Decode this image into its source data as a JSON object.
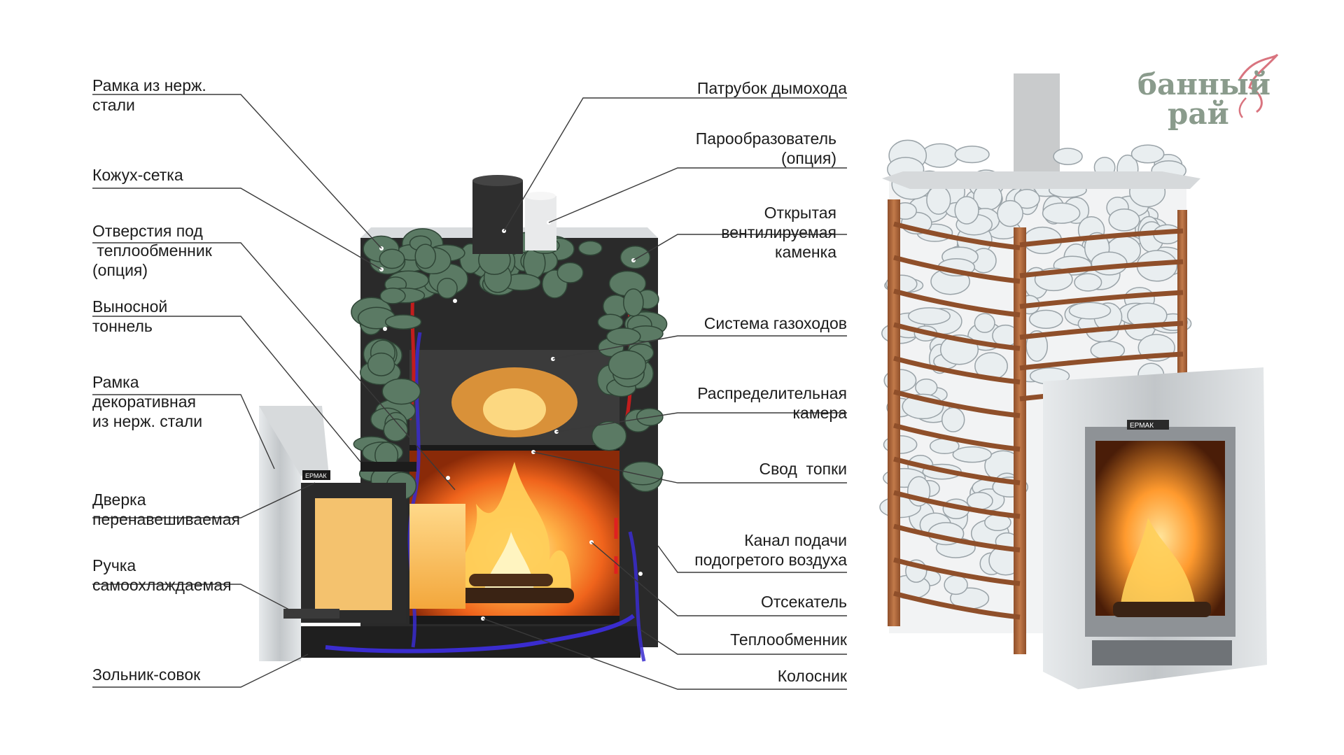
{
  "logo": {
    "line1": "банный",
    "line2": "рай",
    "color": "#8a9b8c",
    "bird_color": "#d9747f"
  },
  "door_brand": "ЕРМАК",
  "labels_left": [
    {
      "id": "frame-stainless",
      "lines": [
        "Рамка из нерж.",
        "стали"
      ]
    },
    {
      "id": "casing-mesh",
      "lines": [
        "Кожух-сетка"
      ]
    },
    {
      "id": "heat-exchanger-holes",
      "lines": [
        "Отверстия под",
        " теплообменник",
        "(опция)"
      ]
    },
    {
      "id": "remote-tunnel",
      "lines": [
        "Выносной",
        "тоннель"
      ]
    },
    {
      "id": "decorative-frame",
      "lines": [
        "Рамка",
        "декоративная",
        "из нерж. стали"
      ]
    },
    {
      "id": "door-rehangable",
      "lines": [
        "Дверка",
        "перенавешиваемая"
      ]
    },
    {
      "id": "handle-selfcooling",
      "lines": [
        "Ручка",
        "самоохлаждаемая"
      ]
    },
    {
      "id": "ash-pan",
      "lines": [
        "Зольник-совок"
      ]
    }
  ],
  "labels_right": [
    {
      "id": "chimney-pipe",
      "lines": [
        "Патрубок дымохода"
      ]
    },
    {
      "id": "steam-generator",
      "lines": [
        "Парообразователь",
        "(опция)"
      ]
    },
    {
      "id": "open-stone-box",
      "lines": [
        "Открытая",
        "вентилируемая",
        "каменка"
      ]
    },
    {
      "id": "gas-duct-system",
      "lines": [
        "Система газоходов"
      ]
    },
    {
      "id": "distribution-chamber",
      "lines": [
        "Распределительная",
        "камера"
      ]
    },
    {
      "id": "firebox-vault",
      "lines": [
        "Свод  топки"
      ]
    },
    {
      "id": "air-supply-channel",
      "lines": [
        "Канал подачи",
        "подогретого воздуха"
      ]
    },
    {
      "id": "baffle",
      "lines": [
        "Отсекатель"
      ]
    },
    {
      "id": "heat-exchanger",
      "lines": [
        "Теплообменник"
      ]
    },
    {
      "id": "grate",
      "lines": [
        "Колосник"
      ]
    }
  ],
  "colors": {
    "text": "#1c1c1c",
    "leader": "#3a3a3a",
    "flame": "#f07a1c",
    "stone_green": "#5b7a64",
    "stone_white": "#e9eef0",
    "copper_frame": "#b26a3e",
    "steel": "#c9cdd0",
    "cold_air": "#3a2ccf",
    "hot_air": "#c21d1d"
  }
}
